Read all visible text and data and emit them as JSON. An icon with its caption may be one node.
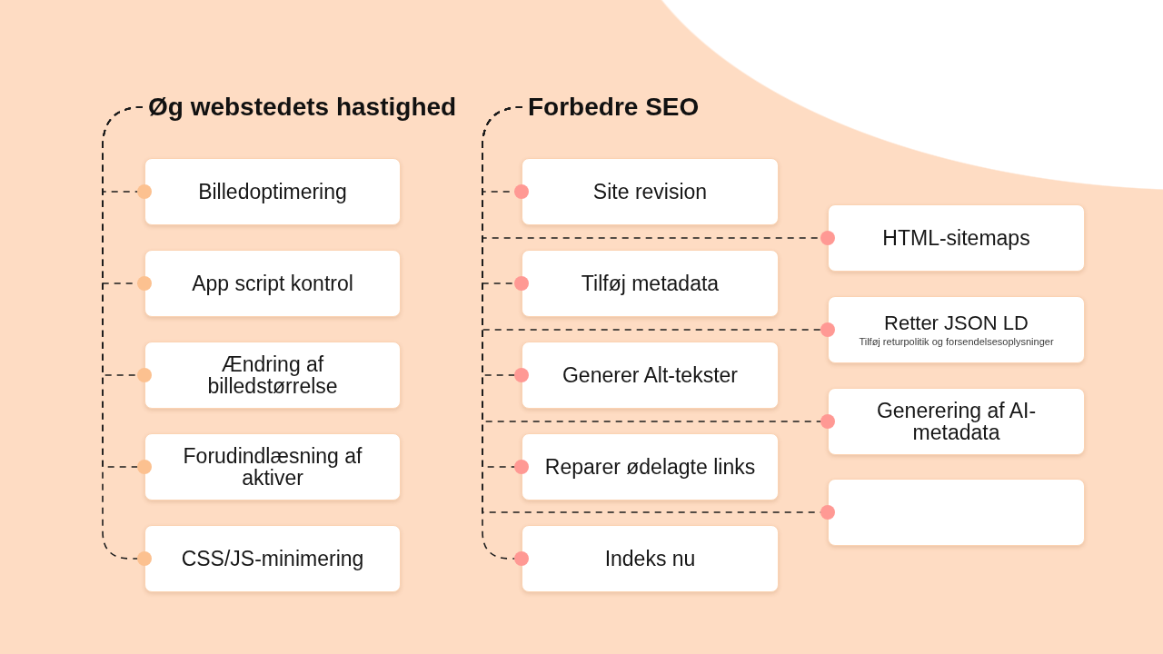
{
  "diagram": {
    "nodes": [
      {
        "text": [
          "Øg webstedets hastighed"
        ]
      },
      {
        "text": [
          "Billedoptimering"
        ]
      },
      {
        "text": [
          "App script kontrol"
        ]
      },
      {
        "text": [
          "Ændring af billedstørrelse"
        ]
      },
      {
        "text": [
          "Forudindlæsning af aktiver"
        ]
      },
      {
        "text": [
          "CSS/JS-minimering"
        ]
      },
      {
        "text": [
          "Forbedre SEO"
        ]
      },
      {
        "text": [
          "Site revision"
        ]
      },
      {
        "text": [
          "HTML-sitemaps"
        ]
      },
      {
        "text": [
          "Tilføj metadata"
        ]
      },
      {
        "text": [
          "Retter JSON LD",
          "Tilføj returpolitik og forsendelsesoplysninger"
        ]
      },
      {
        "text": [
          "Generer Alt-tekster"
        ]
      },
      {
        "text": [
          "Generering af AI-metadata"
        ]
      },
      {
        "text": [
          "Reparer ødelagte links"
        ]
      },
      {
        "text": [],
        "shape": "box"
      },
      {
        "text": [
          "Indeks nu"
        ]
      }
    ],
    "edges": [
      {
        "from": 0,
        "to": 1,
        "arrow": "other",
        "style": "dashed"
      },
      {
        "from": 0,
        "to": 2,
        "arrow": "other",
        "style": "dashed"
      },
      {
        "from": 0,
        "to": 3,
        "arrow": "other",
        "style": "dashed"
      },
      {
        "from": 0,
        "to": 4,
        "arrow": "other",
        "style": "dashed"
      },
      {
        "from": 0,
        "to": 5,
        "arrow": "other",
        "style": "dashed"
      },
      {
        "from": 6,
        "to": 7,
        "arrow": "other",
        "style": "dashed"
      },
      {
        "from": 6,
        "to": 8,
        "arrow": "other",
        "style": "dashed"
      },
      {
        "from": 6,
        "to": 9,
        "arrow": "other",
        "style": "dashed"
      },
      {
        "from": 6,
        "to": 10,
        "arrow": "other",
        "style": "dashed"
      },
      {
        "from": 6,
        "to": 11,
        "arrow": "other",
        "style": "dashed"
      },
      {
        "from": 6,
        "to": 12,
        "arrow": "other",
        "style": "dashed"
      },
      {
        "from": 6,
        "to": 13,
        "arrow": "other",
        "style": "dashed"
      },
      {
        "from": 6,
        "to": 14,
        "arrow": "other",
        "style": "dashed"
      },
      {
        "from": 6,
        "to": 15,
        "arrow": "other",
        "style": "dashed"
      }
    ]
  }
}
